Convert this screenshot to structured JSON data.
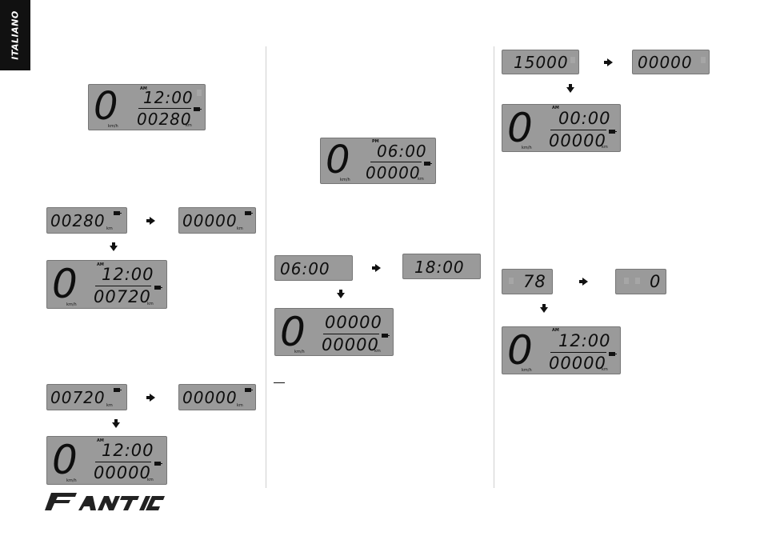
{
  "section_tab": "ITALIANO",
  "brand": "FANTIC",
  "units": {
    "speed": "km/h",
    "distance": "km"
  },
  "displays": {
    "d1": {
      "speed": "0",
      "ampm": "AM",
      "time": "12:00",
      "odo": "00280"
    },
    "d2a": {
      "odo": "00280"
    },
    "d2b": {
      "odo": "00000"
    },
    "d2c": {
      "speed": "0",
      "ampm": "AM",
      "time": "12:00",
      "odo": "00720"
    },
    "d3a": {
      "odo": "00720"
    },
    "d3b": {
      "odo": "00000"
    },
    "d3c": {
      "speed": "0",
      "ampm": "AM",
      "time": "12:00",
      "odo": "00000"
    },
    "m1": {
      "speed": "0",
      "ampm": "PM",
      "time": "06:00",
      "odo": "00000"
    },
    "m2a": {
      "time": "06:00"
    },
    "m2b": {
      "time": "18:00"
    },
    "m2c": {
      "speed": "0",
      "top": "00000",
      "odo": "00000"
    },
    "r1a": {
      "value": "15000"
    },
    "r1b": {
      "value": "00000"
    },
    "r1c": {
      "speed": "0",
      "ampm": "AM",
      "time": "00:00",
      "odo": "00000"
    },
    "r2a": {
      "value": "78"
    },
    "r2b": {
      "value": "0"
    },
    "r2c": {
      "speed": "0",
      "ampm": "AM",
      "time": "12:00",
      "odo": "00000"
    }
  }
}
